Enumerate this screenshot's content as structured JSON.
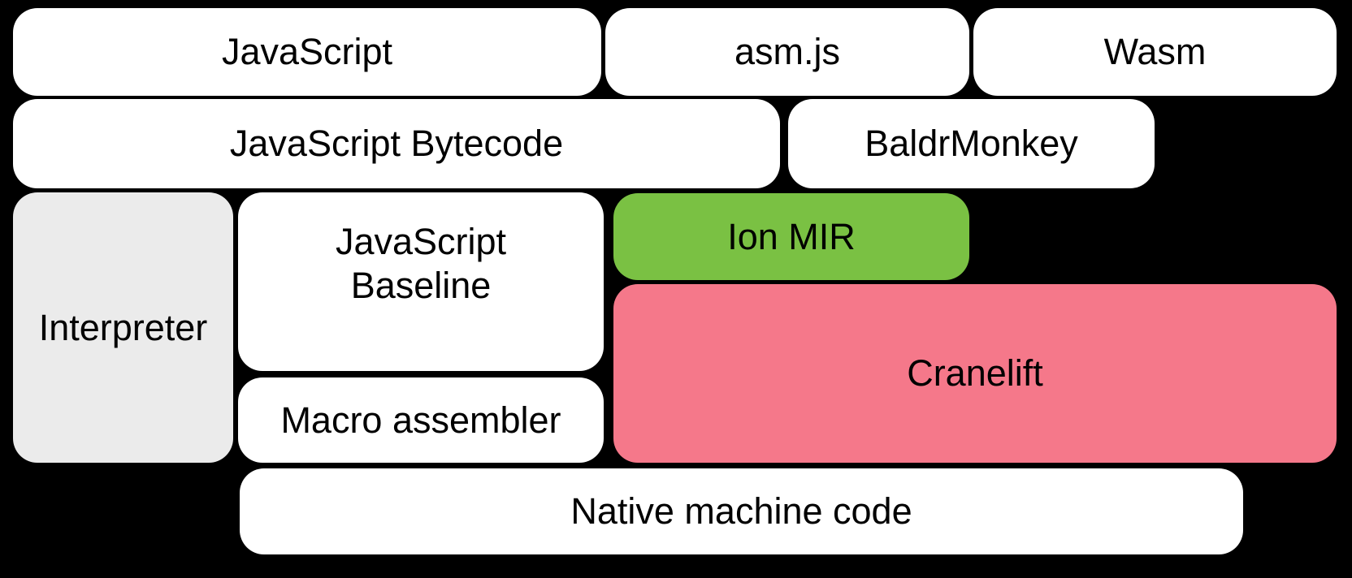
{
  "diagram": {
    "background": "#000000",
    "text_color": "#000000",
    "accent_colors": {
      "green": "#7ac143",
      "pink": "#f5788a",
      "gray": "#ebebeb",
      "white": "#ffffff"
    },
    "nodes": {
      "javascript": {
        "label": "JavaScript",
        "fill": "#ffffff"
      },
      "asmjs": {
        "label": "asm.js",
        "fill": "#ffffff"
      },
      "wasm": {
        "label": "Wasm",
        "fill": "#ffffff"
      },
      "bytecode": {
        "label": "JavaScript Bytecode",
        "fill": "#ffffff"
      },
      "baldrmonkey": {
        "label": "BaldrMonkey",
        "fill": "#ffffff"
      },
      "interpreter": {
        "label": "Interpreter",
        "fill": "#ebebeb"
      },
      "baseline": {
        "label": "JavaScript\nBaseline",
        "fill": "#ffffff"
      },
      "ionmir": {
        "label": "Ion MIR",
        "fill": "#7ac143"
      },
      "cranelift": {
        "label": "Cranelift",
        "fill": "#f5788a"
      },
      "macroassembler": {
        "label": "Macro assembler",
        "fill": "#ffffff"
      },
      "nativecode": {
        "label": "Native machine code",
        "fill": "#ffffff"
      }
    }
  }
}
